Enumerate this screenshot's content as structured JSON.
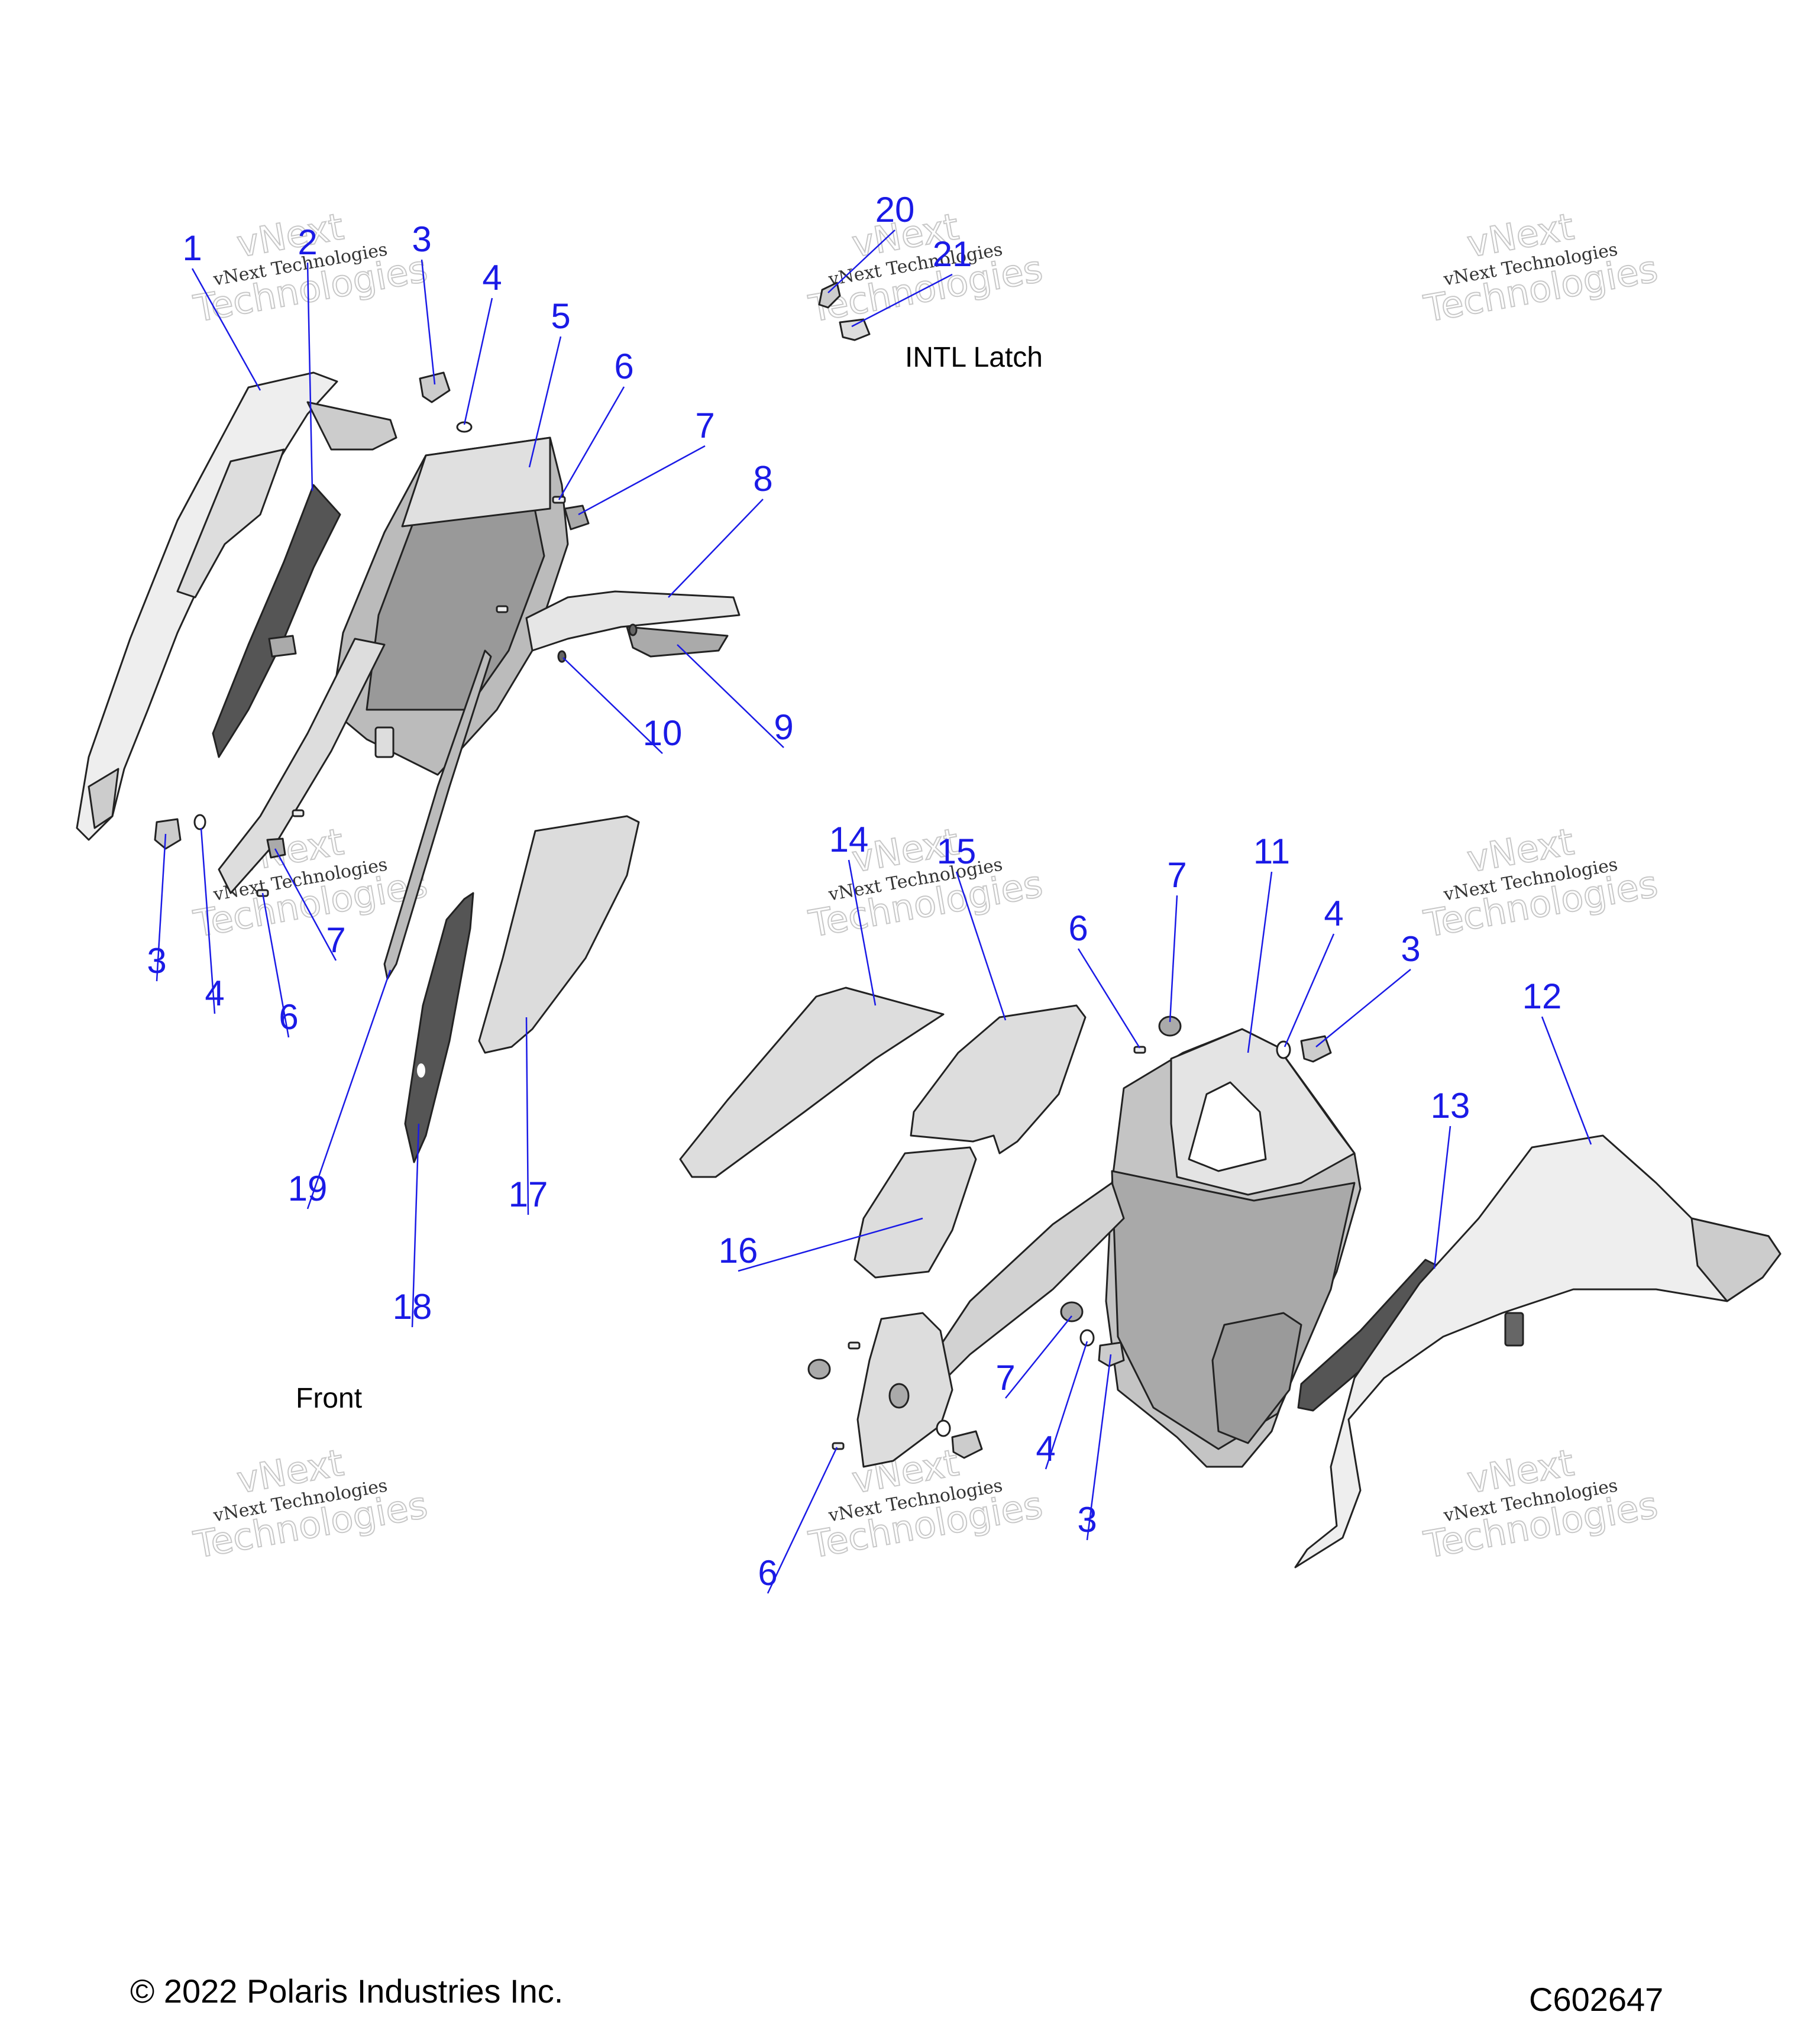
{
  "colors": {
    "callout": "#1a1ae6",
    "outline": "#222222",
    "panel_light": "#eeeeee",
    "panel_mid": "#c8c8c8",
    "panel_dark": "#555555"
  },
  "captions": {
    "intl_latch": "INTL Latch",
    "front": "Front"
  },
  "footer": {
    "copyright": "© 2022 Polaris Industries Inc.",
    "diagram_code": "C602647"
  },
  "watermark": {
    "line1": "vNext Technologies",
    "line2": "vNext",
    "line3": "Technologies"
  },
  "callouts": [
    {
      "id": "c1",
      "label": "1"
    },
    {
      "id": "c2",
      "label": "2"
    },
    {
      "id": "c3a",
      "label": "3"
    },
    {
      "id": "c4a",
      "label": "4"
    },
    {
      "id": "c5",
      "label": "5"
    },
    {
      "id": "c6a",
      "label": "6"
    },
    {
      "id": "c7a",
      "label": "7"
    },
    {
      "id": "c8",
      "label": "8"
    },
    {
      "id": "c9",
      "label": "9"
    },
    {
      "id": "c10",
      "label": "10"
    },
    {
      "id": "c20",
      "label": "20"
    },
    {
      "id": "c21",
      "label": "21"
    },
    {
      "id": "c3b",
      "label": "3"
    },
    {
      "id": "c4b",
      "label": "4"
    },
    {
      "id": "c6b",
      "label": "6"
    },
    {
      "id": "c7b",
      "label": "7"
    },
    {
      "id": "c19",
      "label": "19"
    },
    {
      "id": "c18",
      "label": "18"
    },
    {
      "id": "c17",
      "label": "17"
    },
    {
      "id": "c14",
      "label": "14"
    },
    {
      "id": "c15",
      "label": "15"
    },
    {
      "id": "c6c",
      "label": "6"
    },
    {
      "id": "c7c",
      "label": "7"
    },
    {
      "id": "c11",
      "label": "11"
    },
    {
      "id": "c4c",
      "label": "4"
    },
    {
      "id": "c3c",
      "label": "3"
    },
    {
      "id": "c12",
      "label": "12"
    },
    {
      "id": "c13",
      "label": "13"
    },
    {
      "id": "c16",
      "label": "16"
    },
    {
      "id": "c7d",
      "label": "7"
    },
    {
      "id": "c4d",
      "label": "4"
    },
    {
      "id": "c3d",
      "label": "3"
    },
    {
      "id": "c6d",
      "label": "6"
    }
  ]
}
